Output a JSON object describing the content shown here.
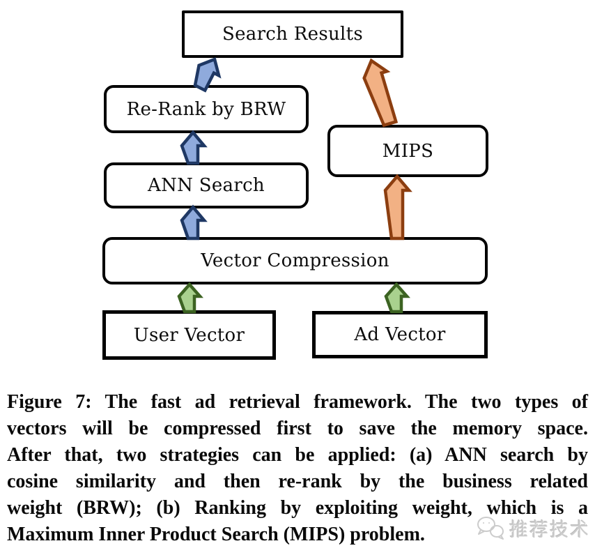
{
  "figure": {
    "boxes": {
      "search_results": "Search Results",
      "re_rank": "Re-Rank by BRW",
      "mips": "MIPS",
      "ann_search": "ANN Search",
      "vector_compression": "Vector Compression",
      "user_vector": "User Vector",
      "ad_vector": "Ad Vector"
    },
    "edges": [
      {
        "from": "User Vector",
        "to": "Vector Compression",
        "color": "green"
      },
      {
        "from": "Ad Vector",
        "to": "Vector Compression",
        "color": "green"
      },
      {
        "from": "Vector Compression",
        "to": "ANN Search",
        "color": "blue"
      },
      {
        "from": "ANN Search",
        "to": "Re-Rank by BRW",
        "color": "blue"
      },
      {
        "from": "Re-Rank by BRW",
        "to": "Search Results",
        "color": "blue"
      },
      {
        "from": "Vector Compression",
        "to": "MIPS",
        "color": "orange"
      },
      {
        "from": "MIPS",
        "to": "Search Results",
        "color": "orange"
      }
    ],
    "arrow_colors": {
      "blue": {
        "fill": "#8faadc",
        "stroke": "#1f3864"
      },
      "orange": {
        "fill": "#f2b184",
        "stroke": "#8c3e10"
      },
      "green": {
        "fill": "#a9d18e",
        "stroke": "#3c6322"
      }
    },
    "box_border_color": "#000000"
  },
  "caption": {
    "lines": [
      "Figure 7: The fast ad retrieval framework. The two types of",
      "vectors will be compressed first to save the memory space.",
      "After that, two strategies can be applied: (a) ANN search by",
      "cosine similarity and then re-rank by the business related",
      "weight (BRW); (b) Ranking by exploiting weight, which is a",
      "Maximum Inner Product Search (MIPS) problem."
    ]
  },
  "watermark": {
    "text": "推荐技术",
    "icon": "wechat-chat-bubbles-icon"
  }
}
